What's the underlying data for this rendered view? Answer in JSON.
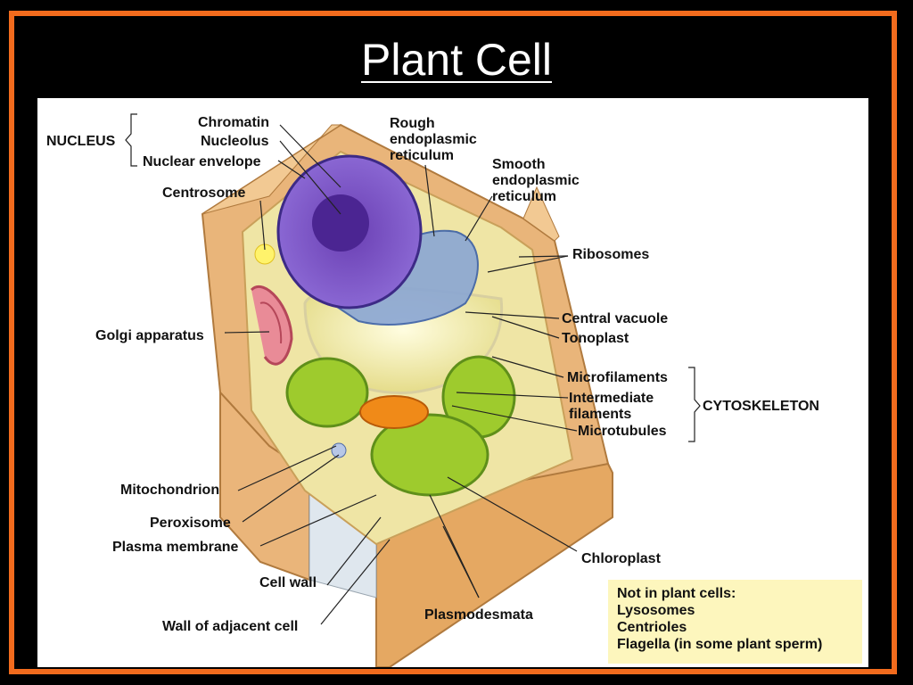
{
  "slide": {
    "title": "Plant Cell",
    "colors": {
      "border": "#f26b1d",
      "background": "#000000",
      "panel": "#ffffff",
      "note_bg": "#fdf6bd"
    }
  },
  "diagram": {
    "groups": {
      "nucleus": "NUCLEUS",
      "cytoskeleton": "CYTOSKELETON"
    },
    "labels": {
      "chromatin": "Chromatin",
      "nucleolus": "Nucleolus",
      "nuclear_envelope": "Nuclear envelope",
      "centrosome": "Centrosome",
      "rough_er": [
        "Rough",
        "endoplasmic",
        "reticulum"
      ],
      "smooth_er": [
        "Smooth",
        "endoplasmic",
        "reticulum"
      ],
      "ribosomes": "Ribosomes",
      "central_vacuole": "Central vacuole",
      "tonoplast": "Tonoplast",
      "golgi": "Golgi apparatus",
      "microfilaments": "Microfilaments",
      "intermediate_filaments": [
        "Intermediate",
        "filaments"
      ],
      "microtubules": "Microtubules",
      "mitochondrion": "Mitochondrion",
      "peroxisome": "Peroxisome",
      "plasma_membrane": "Plasma membrane",
      "cell_wall": "Cell wall",
      "wall_adjacent": "Wall of adjacent cell",
      "plasmodesmata": "Plasmodesmata",
      "chloroplast": "Chloroplast"
    },
    "note": {
      "heading": "Not in plant cells:",
      "items": [
        "Lysosomes",
        "Centrioles",
        "Flagella (in some plant sperm)"
      ]
    }
  }
}
